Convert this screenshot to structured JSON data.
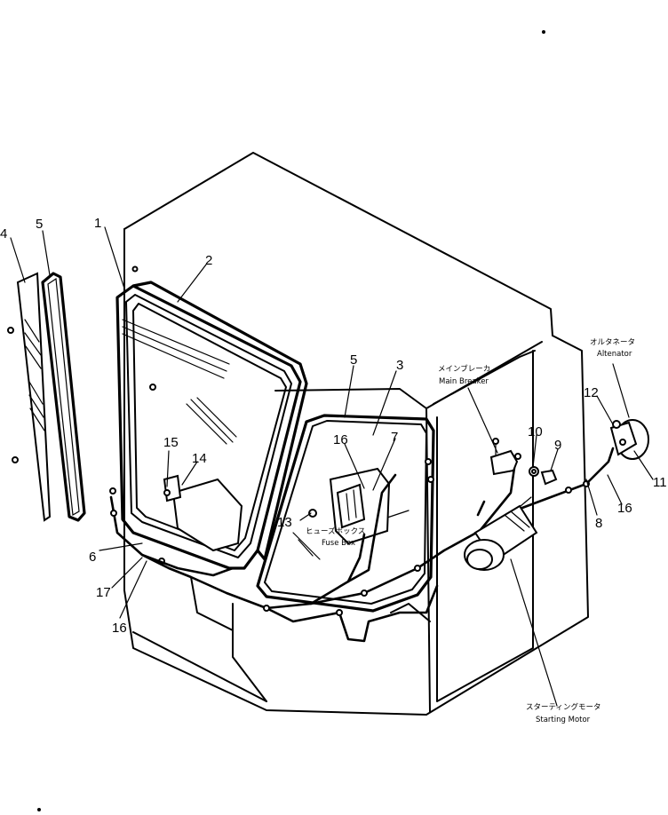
{
  "callouts": {
    "c1": "1",
    "c2": "2",
    "c3": "3",
    "c4": "4",
    "c5a": "5",
    "c5b": "5",
    "c6": "6",
    "c7": "7",
    "c8": "8",
    "c9": "9",
    "c10": "10",
    "c11": "11",
    "c12": "12",
    "c13": "13",
    "c14": "14",
    "c15": "15",
    "c16a": "16",
    "c16b": "16",
    "c16c": "16",
    "c17": "17"
  },
  "labels": {
    "alternator_jp": "オルタネータ",
    "alternator_en": "Altenator",
    "main_breaker_jp": "メインブレーカ",
    "main_breaker_en": "Main Breaker",
    "fuse_box_jp": "ヒューズボックス",
    "fuse_box_en": "Fuse Box",
    "starting_motor_jp": "スターティングモータ",
    "starting_motor_en": "Starting Motor"
  }
}
